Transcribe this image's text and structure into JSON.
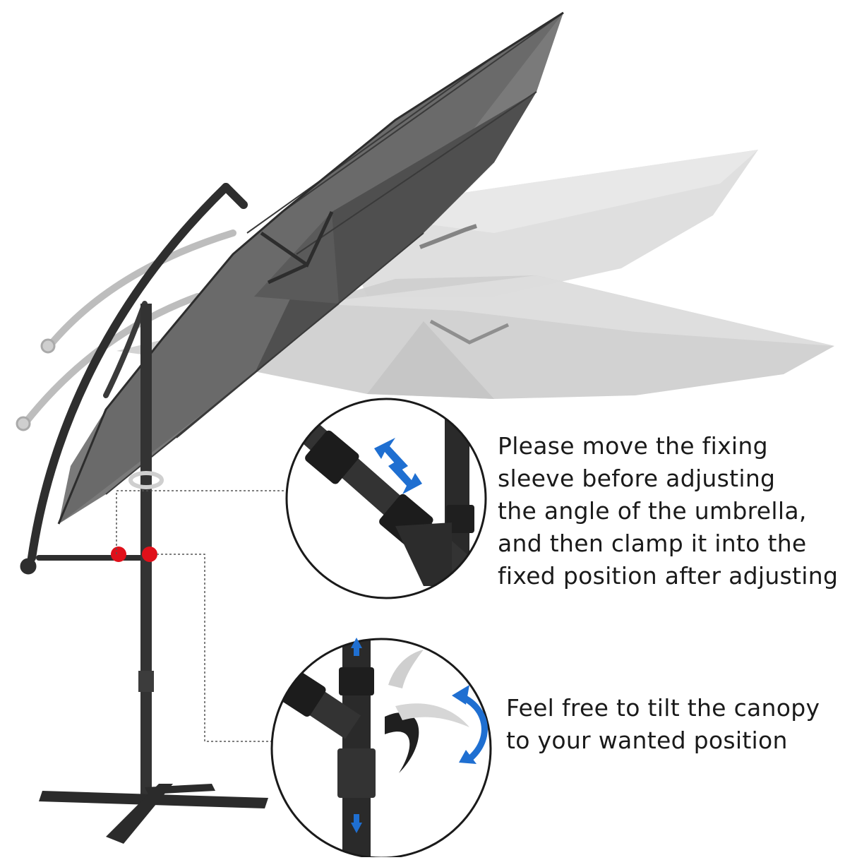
{
  "captions": {
    "fixing_sleeve": {
      "lines": [
        "Please move the fixing",
        "sleeve before adjusting",
        "the angle of the umbrella,",
        "and then clamp it into the",
        "fixed position after adjusting"
      ]
    },
    "tilt": {
      "lines": [
        "Feel free to tilt the canopy",
        "to your wanted position"
      ]
    }
  },
  "colors": {
    "canopy": "#707070",
    "canopy_shadow": "#4e4e4e",
    "ghost_canopy": "#cfcfcf",
    "ghost_canopy_light": "#e3e3e3",
    "frame": "#2e2e2e",
    "arrow_blue": "#1f6fd1",
    "highlight_red": "#e0101a",
    "callout_line": "#555555"
  },
  "icons": {
    "slide_arrows": "opposing-diagonal-arrows",
    "rotate_arrows": "curved-rotate-arrows",
    "vertical_arrows": "up-down-arrows"
  }
}
